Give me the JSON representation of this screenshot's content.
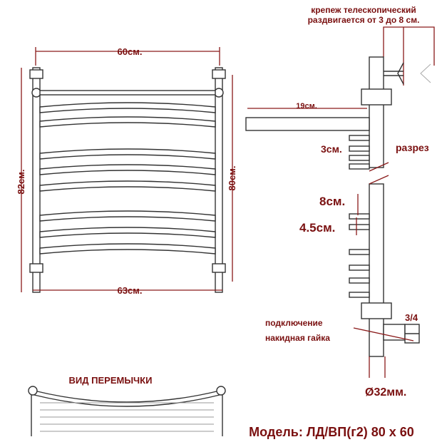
{
  "front_view": {
    "width_top": "60см.",
    "width_bottom": "63см.",
    "height_outer": "82см.",
    "height_inner": "80см."
  },
  "side_view": {
    "mount_note_line1": "крепеж телескопический",
    "mount_note_line2": "раздвигается от 3 до 8 см.",
    "depth": "19см.",
    "gap_small": "3см.",
    "section": "разрез",
    "gap_8": "8см.",
    "gap_45": "4.5см.",
    "connection_line1": "подключение",
    "connection_line2": "накидная гайка",
    "thread": "3/4",
    "diameter": "Ø32мм."
  },
  "jumper_view": {
    "title": "ВИД ПЕРЕМЫЧКИ"
  },
  "model": "Модель: ЛД/ВП(г2) 80 х 60",
  "colors": {
    "label": "#7a1010",
    "line": "#333333"
  }
}
